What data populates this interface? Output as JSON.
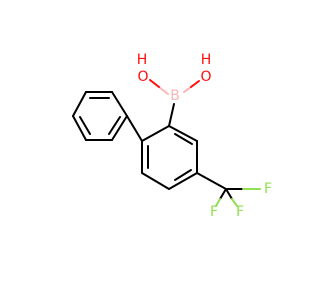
{
  "molecule": {
    "atoms": {
      "oh_left": {
        "label": "O",
        "sub": "H"
      },
      "oh_right": {
        "label": "O",
        "sub": "H"
      },
      "boron": {
        "label": "B"
      },
      "f_right": {
        "label": "F"
      },
      "f_bottom_left": {
        "label": "F"
      },
      "f_bottom_right": {
        "label": "F"
      }
    },
    "colors": {
      "bond": "#000000",
      "oxygen": "#ff0d0d",
      "boron": "#ffb5b5",
      "fluorine": "#90e050"
    }
  }
}
